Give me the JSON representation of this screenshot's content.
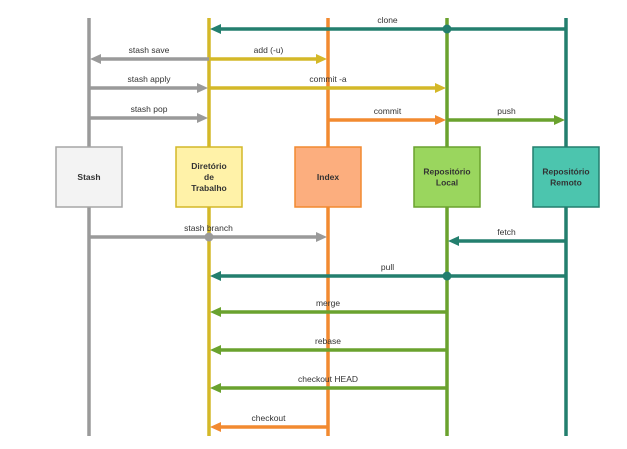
{
  "colors": {
    "gray": "#9a9a9a",
    "yellow": "#d4b828",
    "orange": "#f28a30",
    "green": "#6aa22e",
    "teal": "#237f6e"
  },
  "nodes": [
    {
      "id": "stash",
      "label": [
        "Stash"
      ],
      "fill": "#f3f3f3",
      "stroke": "#a6a6a6",
      "line": "#9a9a9a"
    },
    {
      "id": "diretorio",
      "label": [
        "Diretório",
        "de",
        "Trabalho"
      ],
      "fill": "#fff2a8",
      "stroke": "#d4b828",
      "line": "#d4b828"
    },
    {
      "id": "index",
      "label": [
        "Index"
      ],
      "fill": "#fcae7e",
      "stroke": "#f28a30",
      "line": "#f28a30"
    },
    {
      "id": "local",
      "label": [
        "Repositório",
        "Local"
      ],
      "fill": "#9ad65e",
      "stroke": "#6aa22e",
      "line": "#6aa22e"
    },
    {
      "id": "remoto",
      "label": [
        "Repositório",
        "Remoto"
      ],
      "fill": "#4cc5ae",
      "stroke": "#237f6e",
      "line": "#237f6e"
    }
  ],
  "arrows": [
    {
      "label": "clone",
      "from": "remoto",
      "to": "diretorio",
      "color": "#237f6e",
      "dot": "local"
    },
    {
      "label": "stash save",
      "from": "diretorio",
      "to": "stash",
      "color": "#9a9a9a"
    },
    {
      "label": "add (-u)",
      "from": "diretorio",
      "to": "index",
      "color": "#d4b828"
    },
    {
      "label": "stash apply",
      "from": "stash",
      "to": "diretorio",
      "color": "#9a9a9a"
    },
    {
      "label": "commit -a",
      "from": "diretorio",
      "to": "local",
      "color": "#d4b828"
    },
    {
      "label": "stash pop",
      "from": "stash",
      "to": "diretorio",
      "color": "#9a9a9a"
    },
    {
      "label": "commit",
      "from": "index",
      "to": "local",
      "color": "#f28a30"
    },
    {
      "label": "push",
      "from": "local",
      "to": "remoto",
      "color": "#6aa22e"
    },
    {
      "label": "stash branch",
      "from": "stash",
      "to": "index",
      "color": "#9a9a9a",
      "dot": "diretorio"
    },
    {
      "label": "fetch",
      "from": "remoto",
      "to": "local",
      "color": "#237f6e"
    },
    {
      "label": "pull",
      "from": "remoto",
      "to": "diretorio",
      "color": "#237f6e",
      "dot": "local"
    },
    {
      "label": "merge",
      "from": "local",
      "to": "diretorio",
      "color": "#6aa22e"
    },
    {
      "label": "rebase",
      "from": "local",
      "to": "diretorio",
      "color": "#6aa22e"
    },
    {
      "label": "checkout HEAD",
      "from": "local",
      "to": "diretorio",
      "color": "#6aa22e"
    },
    {
      "label": "checkout",
      "from": "index",
      "to": "diretorio",
      "color": "#f28a30"
    }
  ]
}
